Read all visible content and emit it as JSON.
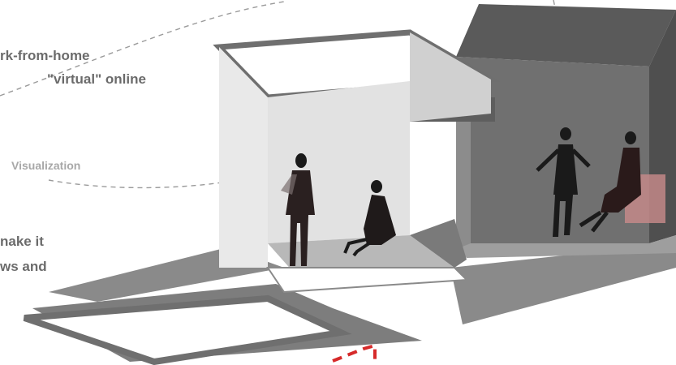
{
  "annotations": {
    "line1": "rk-from-home",
    "line2": "\"virtual\" online",
    "visualization": "Visualization",
    "line3": "nake it",
    "line4": "ws and"
  },
  "figures": {
    "left_room": [
      "standing-figure",
      "sitting-figure"
    ],
    "right_room": [
      "gesturing-figure",
      "seated-figure"
    ]
  },
  "colors": {
    "dashed_line": "#9a9a9a",
    "accent_red": "#d62a2a",
    "dark_room": "#6f6f6f",
    "light_room": "#cfcfcf",
    "shadow": "#7d7d7d",
    "text": "#6b6b6b"
  }
}
